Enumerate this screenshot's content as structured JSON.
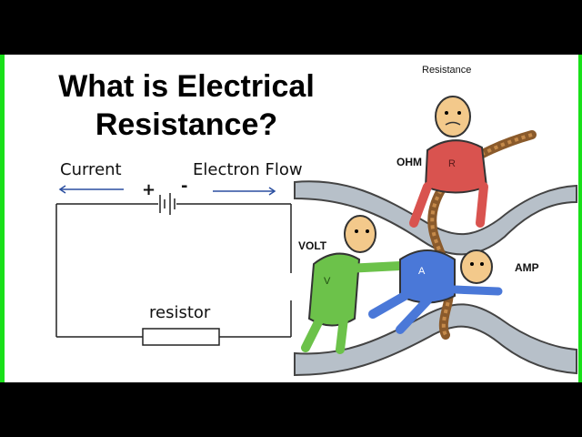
{
  "title_line1": "What is Electrical",
  "title_line2": "Resistance?",
  "circuit": {
    "current_label": "Current",
    "electron_flow_label": "Electron Flow",
    "plus": "+",
    "minus": "-",
    "resistor_label": "resistor"
  },
  "cartoon": {
    "heading": "Resistance",
    "ohm_label": "OHM",
    "volt_label": "VOLT",
    "amp_label": "AMP",
    "r_badge": "R",
    "v_badge": "V",
    "a_badge": "A"
  },
  "colors": {
    "accent_green": "#19e019",
    "wire": "#222222",
    "arrow_blue": "#2b4fa0",
    "ohm_red": "#d9534f",
    "volt_green": "#6cc24a",
    "amp_blue": "#4a78d8",
    "pipe_gray": "#8f9aa6"
  }
}
